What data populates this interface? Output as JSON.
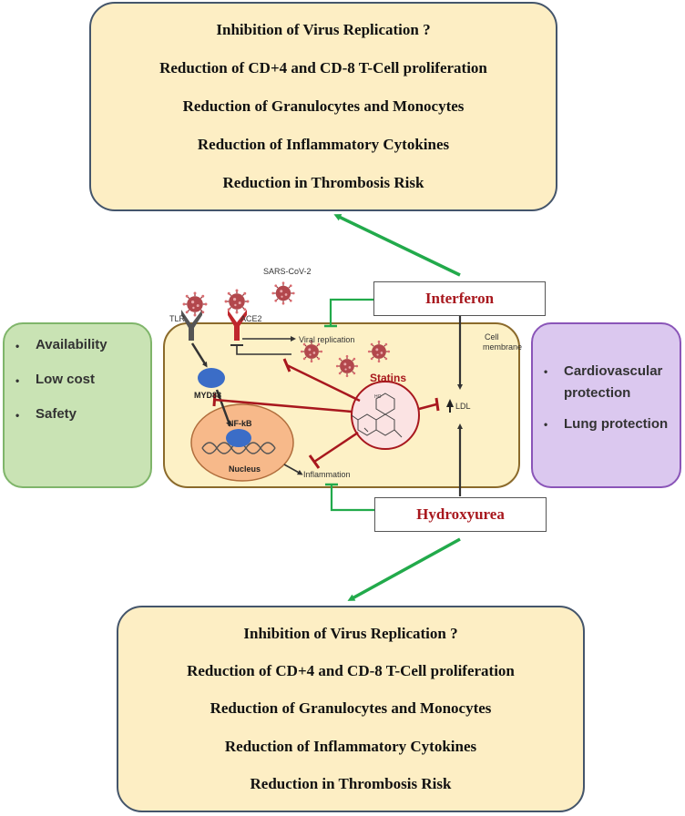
{
  "top_box": {
    "lines": [
      "Inhibition of Virus Replication ?",
      "Reduction of CD+4 and CD-8 T-Cell proliferation",
      "Reduction of Granulocytes and Monocytes",
      "Reduction of Inflammatory Cytokines",
      "Reduction in Thrombosis Risk"
    ]
  },
  "bottom_box": {
    "lines": [
      "Inhibition of Virus Replication ?",
      "Reduction of CD+4 and CD-8 T-Cell proliferation",
      "Reduction of Granulocytes and Monocytes",
      "Reduction of Inflammatory Cytokines",
      "Reduction in Thrombosis Risk"
    ]
  },
  "left_box": {
    "items": [
      "Availability",
      "Low cost",
      "Safety"
    ]
  },
  "right_box": {
    "items": [
      "Cardiovascular protection",
      "Lung protection"
    ]
  },
  "drugs": {
    "interferon": "Interferon",
    "hydroxyurea": "Hydroxyurea"
  },
  "cell": {
    "sars_label": "SARS-CoV-2",
    "tlr_label": "TLR",
    "ace2_label": "ACE2",
    "viral_replication_label": "Viral replication",
    "cell_membrane_label_1": "Cell",
    "cell_membrane_label_2": "membrane",
    "myd88_label": "MYD88",
    "nfkb_label": "NF-kB",
    "nucleus_label": "Nucleus",
    "inflammation_label": "Inflammation",
    "statins_label": "Statins",
    "ldl_label": "LDL",
    "ho_label": "HO"
  },
  "colors": {
    "effect_box_fill": "#fdeec4",
    "left_box_fill": "#c9e3b4",
    "right_box_fill": "#dbc8ef",
    "cell_fill": "#fdf1c6",
    "green_arrow": "#22aa4b",
    "inhibition_red": "#a8181e",
    "drug_text": "#a8181e"
  }
}
